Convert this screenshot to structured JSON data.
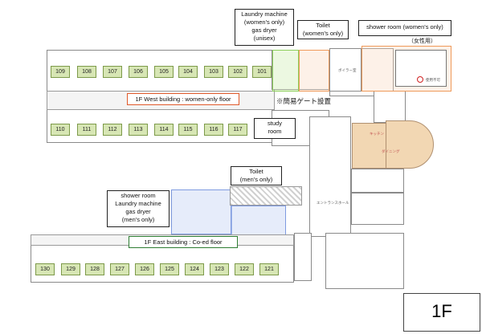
{
  "callouts": {
    "laundry_women": "Laundry machine\n(women's only)\ngas dryer\n(unisex)",
    "toilet_women": "Toilet\n(women's only)",
    "shower_women": "shower room (women's only)",
    "west_building": "1F West building : women-only floor",
    "study_room": "study\nroom",
    "toilet_men": "Toilet\n(men's only)",
    "shower_men": "shower room\nLaundry machine\ngas dryer\n(men's only)",
    "east_building": "1F East building : Co-ed floor"
  },
  "notes": {
    "gate_note": "※簡易ゲート設置",
    "women_only_jp": "（女性用）",
    "floor_label": "1F"
  },
  "rooms": {
    "west_top": [
      "109",
      "108",
      "107",
      "106",
      "105",
      "104",
      "103",
      "102",
      "101"
    ],
    "west_bottom": [
      "110",
      "111",
      "112",
      "113",
      "114",
      "115",
      "116",
      "117"
    ],
    "east": [
      "130",
      "129",
      "128",
      "127",
      "126",
      "125",
      "124",
      "123",
      "122",
      "121"
    ]
  },
  "plan_labels": {
    "boiler": "ボイラー室",
    "dining": "ダイニング",
    "kitchen": "キッチン",
    "entrance": "エントランスホール",
    "no_use": "使用不可"
  },
  "colors": {
    "room_fill": "#d7e6b4",
    "women_area": "#8ccf5a",
    "shower_area": "#ef9a5a",
    "men_area": "#7f9be0",
    "dining_area": "#f2d7b3"
  }
}
